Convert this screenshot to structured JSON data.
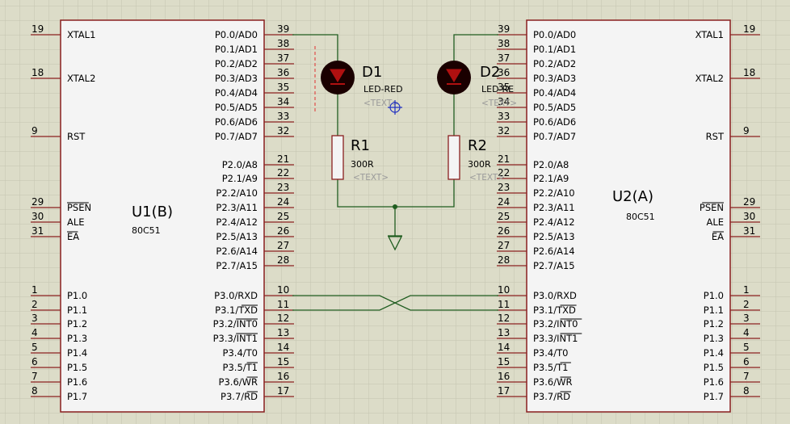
{
  "u1": {
    "ref": "U1(B)",
    "part": "80C51",
    "left_pins": [
      {
        "num": "19",
        "name": "XTAL1",
        "row": 43
      },
      {
        "num": "18",
        "name": "XTAL2",
        "row": 97
      },
      {
        "num": "9",
        "name": "RST",
        "row": 169
      },
      {
        "num": "29",
        "name": "PSEN",
        "row": 257,
        "over": true
      },
      {
        "num": "30",
        "name": "ALE",
        "row": 275
      },
      {
        "num": "31",
        "name": "EA",
        "row": 293,
        "over": true
      },
      {
        "num": "1",
        "name": "P1.0",
        "row": 366
      },
      {
        "num": "2",
        "name": "P1.1",
        "row": 384
      },
      {
        "num": "3",
        "name": "P1.2",
        "row": 401
      },
      {
        "num": "4",
        "name": "P1.3",
        "row": 419
      },
      {
        "num": "5",
        "name": "P1.4",
        "row": 437
      },
      {
        "num": "6",
        "name": "P1.5",
        "row": 455
      },
      {
        "num": "7",
        "name": "P1.6",
        "row": 473
      },
      {
        "num": "8",
        "name": "P1.7",
        "row": 491
      }
    ],
    "right_pins": [
      {
        "num": "39",
        "name": "P0.0/AD0",
        "row": 43
      },
      {
        "num": "38",
        "name": "P0.1/AD1",
        "row": 61
      },
      {
        "num": "37",
        "name": "P0.2/AD2",
        "row": 79
      },
      {
        "num": "36",
        "name": "P0.3/AD3",
        "row": 97
      },
      {
        "num": "35",
        "name": "P0.4/AD4",
        "row": 115
      },
      {
        "num": "34",
        "name": "P0.5/AD5",
        "row": 133
      },
      {
        "num": "33",
        "name": "P0.6/AD6",
        "row": 151
      },
      {
        "num": "32",
        "name": "P0.7/AD7",
        "row": 169
      },
      {
        "num": "21",
        "name": "P2.0/A8",
        "row": 204
      },
      {
        "num": "22",
        "name": "P2.1/A9",
        "row": 221
      },
      {
        "num": "23",
        "name": "P2.2/A10",
        "row": 239
      },
      {
        "num": "24",
        "name": "P2.3/A11",
        "row": 257
      },
      {
        "num": "25",
        "name": "P2.4/A12",
        "row": 275
      },
      {
        "num": "26",
        "name": "P2.5/A13",
        "row": 293
      },
      {
        "num": "27",
        "name": "P2.6/A14",
        "row": 311
      },
      {
        "num": "28",
        "name": "P2.7/A15",
        "row": 329
      },
      {
        "num": "10",
        "name": "P3.0/RXD",
        "row": 366
      },
      {
        "num": "11",
        "name": "P3.1/TXD",
        "row": 384,
        "overpart": "TXD"
      },
      {
        "num": "12",
        "name": "P3.2/INT0",
        "row": 401,
        "overpart": "INT0"
      },
      {
        "num": "13",
        "name": "P3.3/INT1",
        "row": 419,
        "overpart": "INT1"
      },
      {
        "num": "14",
        "name": "P3.4/T0",
        "row": 437
      },
      {
        "num": "15",
        "name": "P3.5/T1",
        "row": 455,
        "overpart": "T1"
      },
      {
        "num": "16",
        "name": "P3.6/WR",
        "row": 473,
        "overpart": "WR"
      },
      {
        "num": "17",
        "name": "P3.7/RD",
        "row": 491,
        "overpart": "RD"
      }
    ]
  },
  "u2": {
    "ref": "U2(A)",
    "part": "80C51",
    "left_pins": [
      {
        "num": "39",
        "name": "P0.0/AD0",
        "row": 43
      },
      {
        "num": "38",
        "name": "P0.1/AD1",
        "row": 61
      },
      {
        "num": "37",
        "name": "P0.2/AD2",
        "row": 79
      },
      {
        "num": "36",
        "name": "P0.3/AD3",
        "row": 97
      },
      {
        "num": "35",
        "name": "P0.4/AD4",
        "row": 115
      },
      {
        "num": "34",
        "name": "P0.5/AD5",
        "row": 133
      },
      {
        "num": "33",
        "name": "P0.6/AD6",
        "row": 151
      },
      {
        "num": "32",
        "name": "P0.7/AD7",
        "row": 169
      },
      {
        "num": "21",
        "name": "P2.0/A8",
        "row": 204
      },
      {
        "num": "22",
        "name": "P2.1/A9",
        "row": 221
      },
      {
        "num": "23",
        "name": "P2.2/A10",
        "row": 239
      },
      {
        "num": "24",
        "name": "P2.3/A11",
        "row": 257
      },
      {
        "num": "25",
        "name": "P2.4/A12",
        "row": 275
      },
      {
        "num": "26",
        "name": "P2.5/A13",
        "row": 293
      },
      {
        "num": "27",
        "name": "P2.6/A14",
        "row": 311
      },
      {
        "num": "28",
        "name": "P2.7/A15",
        "row": 329
      },
      {
        "num": "10",
        "name": "P3.0/RXD",
        "row": 366
      },
      {
        "num": "11",
        "name": "P3.1/TXD",
        "row": 384,
        "overpart": "TXD"
      },
      {
        "num": "12",
        "name": "P3.2/INT0",
        "row": 401,
        "overpart": "INT0"
      },
      {
        "num": "13",
        "name": "P3.3/INT1",
        "row": 419,
        "overpart": "INT1"
      },
      {
        "num": "14",
        "name": "P3.4/T0",
        "row": 437
      },
      {
        "num": "15",
        "name": "P3.5/T1",
        "row": 455,
        "overpart": "T1"
      },
      {
        "num": "16",
        "name": "P3.6/WR",
        "row": 473,
        "overpart": "WR"
      },
      {
        "num": "17",
        "name": "P3.7/RD",
        "row": 491,
        "overpart": "RD"
      }
    ],
    "right_pins": [
      {
        "num": "19",
        "name": "XTAL1",
        "row": 43
      },
      {
        "num": "18",
        "name": "XTAL2",
        "row": 97
      },
      {
        "num": "9",
        "name": "RST",
        "row": 169
      },
      {
        "num": "29",
        "name": "PSEN",
        "row": 257,
        "over": true
      },
      {
        "num": "30",
        "name": "ALE",
        "row": 275
      },
      {
        "num": "31",
        "name": "EA",
        "row": 293,
        "over": true
      },
      {
        "num": "1",
        "name": "P1.0",
        "row": 366
      },
      {
        "num": "2",
        "name": "P1.1",
        "row": 384
      },
      {
        "num": "3",
        "name": "P1.2",
        "row": 401
      },
      {
        "num": "4",
        "name": "P1.3",
        "row": 419
      },
      {
        "num": "5",
        "name": "P1.4",
        "row": 437
      },
      {
        "num": "6",
        "name": "P1.5",
        "row": 455
      },
      {
        "num": "7",
        "name": "P1.6",
        "row": 473
      },
      {
        "num": "8",
        "name": "P1.7",
        "row": 491
      }
    ]
  },
  "d1": {
    "ref": "D1",
    "value": "LED-RED",
    "text": "<TEXT>"
  },
  "d2": {
    "ref": "D2",
    "value": "LED-RE",
    "text": "<TEXT>"
  },
  "r1": {
    "ref": "R1",
    "value": "300R",
    "text": "<TEXT>"
  },
  "r2": {
    "ref": "R2",
    "value": "300R",
    "text": "<TEXT>"
  },
  "colors": {
    "background": "#dcdcc8",
    "grid": "#c4c4b0",
    "component_outline": "#8a1f1f",
    "component_fill": "#f4f4f4",
    "pin_line": "#8a1f1f",
    "wire": "#1f5c1f",
    "led_body": "#1a0000",
    "led_fill": "#b01010",
    "ground": "#1f5c1f",
    "cursor": "#2030c0",
    "selection_dash": "#e03030",
    "ghost_text": "#9a9a9a"
  }
}
